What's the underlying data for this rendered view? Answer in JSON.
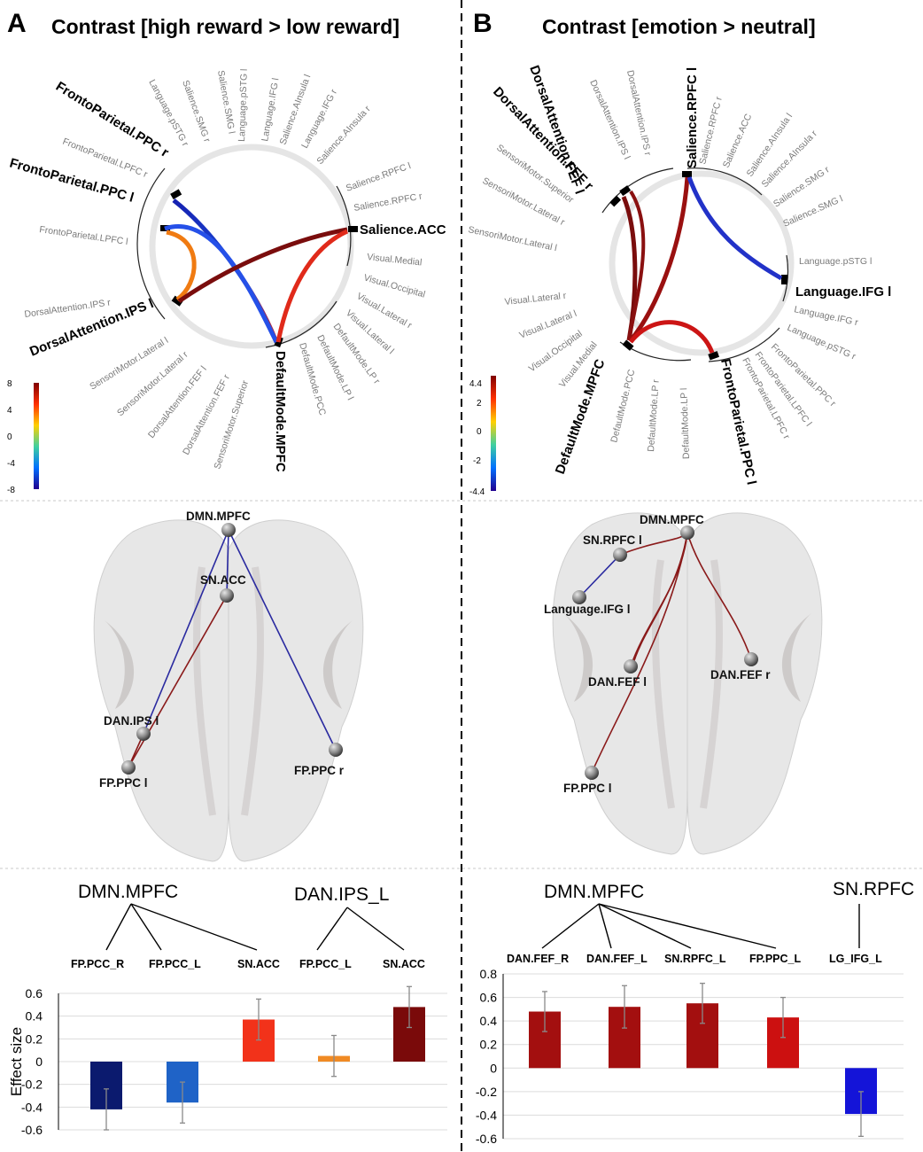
{
  "panelA": {
    "letter": "A",
    "title": "Contrast [high reward > low reward]",
    "chord": {
      "big_labels": [
        "FrontoParietal.PPC r",
        "FrontoParietal.PPC l",
        "DorsalAttention.IPS l",
        "Salience.ACC",
        "DefaultMode.MPFC"
      ],
      "small_labels": [
        "FrontoParietal.LPFC r",
        "FrontoParietal.LPFC l",
        "DorsalAttention.IPS r",
        "SensoriMotor.Lateral l",
        "SensoriMotor.Lateral r",
        "DorsalAttention.FEF l",
        "DorsalAttention.FEF r",
        "SensoriMotor.Superior",
        "Language.pSTG r",
        "Salience.SMG r",
        "Salience.SMG l",
        "Language.pSTG l",
        "Language.IFG l",
        "Salience.AInsula l",
        "Language.IFG r",
        "Salience.AInsula r",
        "Salience.RPFC l",
        "Salience.RPFC r",
        "Visual.Medial",
        "Visual.Occipital",
        "Visual.Lateral r",
        "Visual.Lateral l",
        "DefaultMode.LP r",
        "DefaultMode.LP l",
        "DefaultMode.PCC"
      ],
      "colorbar": {
        "ticks": [
          "8",
          "4",
          "0",
          "-4",
          "-8"
        ],
        "colors": [
          "#7f0000",
          "#ff3000",
          "#ffd000",
          "#3fd0a0",
          "#0070ff",
          "#20008f"
        ]
      }
    },
    "brain": {
      "nodes": [
        "DMN.MPFC",
        "SN.ACC",
        "DAN.IPS l",
        "FP.PPC l",
        "FP.PPC r"
      ]
    },
    "trees": [
      {
        "root": "DMN.MPFC",
        "leaves": [
          "FP.PCC_R",
          "FP.PCC_L",
          "SN.ACC"
        ]
      },
      {
        "root": "DAN.IPS_L",
        "leaves": [
          "FP.PCC_L",
          "SN.ACC"
        ]
      }
    ]
  },
  "panelB": {
    "letter": "B",
    "title": "Contrast [emotion > neutral]",
    "chord": {
      "big_labels": [
        "DorsalAttention.FEF l",
        "DorsalAttention.FEF r",
        "Salience.RPFC l",
        "Language.IFG l",
        "DefaultMode.MPFC",
        "FrontoParietal.PPC l"
      ],
      "small_labels": [
        "DorsalAttention.IPS l",
        "DorsalAttention.IPS r",
        "SensoriMotor.Superior",
        "SensoriMotor.Lateral r",
        "SensoriMotor.Lateral l",
        "Salience.RPFC r",
        "Salience.ACC",
        "Salience.AInsula l",
        "Salience.AInsula r",
        "Salience.SMG r",
        "Salience.SMG l",
        "Language.pSTG l",
        "Language.IFG r",
        "Language.pSTG r",
        "FrontoParietal.PPC r",
        "FrontoParietal.LPFC l",
        "FrontoParietal.LPFC r",
        "Visual.Lateral r",
        "Visual.Lateral l",
        "Visual.Occipital",
        "Visual.Medial",
        "DefaultMode.PCC",
        "DefaultMode.LP r",
        "DefaultMode.LP l"
      ],
      "colorbar": {
        "ticks": [
          "4.4",
          "2",
          "0",
          "-2",
          "-4.4"
        ],
        "colors": [
          "#7f0000",
          "#ff3000",
          "#ffd000",
          "#3fd0a0",
          "#0070ff",
          "#20008f"
        ]
      }
    },
    "brain": {
      "nodes": [
        "DMN.MPFC",
        "SN.RPFC l",
        "Language.IFG l",
        "DAN.FEF l",
        "DAN.FEF r",
        "FP.PPC l"
      ]
    },
    "trees": [
      {
        "root": "DMN.MPFC",
        "leaves": [
          "DAN.FEF_R",
          "DAN.FEF_L",
          "SN.RPFC_L",
          "FP.PPC_L"
        ]
      },
      {
        "root": "SN.RPFC",
        "leaves": [
          "LG_IFG_L"
        ]
      }
    ]
  },
  "chart_data": [
    {
      "type": "bar",
      "categories": [
        "FP.PCC_R",
        "FP.PCC_L",
        "SN.ACC",
        "FP.PCC_L",
        "SN.ACC"
      ],
      "values": [
        -0.42,
        -0.36,
        0.37,
        0.05,
        0.48
      ],
      "errors": [
        0.18,
        0.18,
        0.18,
        0.18,
        0.18
      ],
      "colors": [
        "#0b1a6e",
        "#1f63c7",
        "#f2321a",
        "#f08a24",
        "#7a0a0a"
      ],
      "xlabel": "",
      "ylabel": "Effect size",
      "ylim": [
        -0.6,
        0.6
      ],
      "yticks": [
        "0.6",
        "0.4",
        "0.2",
        "0",
        "-0.2",
        "-0.4",
        "-0.6"
      ],
      "grid": true
    },
    {
      "type": "bar",
      "categories": [
        "DAN.FEF_R",
        "DAN.FEF_L",
        "SN.RPFC_L",
        "FP.PPC_L",
        "LG_IFG_L"
      ],
      "values": [
        0.48,
        0.52,
        0.55,
        0.43,
        -0.39
      ],
      "errors": [
        0.17,
        0.18,
        0.17,
        0.17,
        0.19
      ],
      "colors": [
        "#a30f0f",
        "#a30f0f",
        "#a30f0f",
        "#cc1010",
        "#1414d8"
      ],
      "xlabel": "",
      "ylabel": "",
      "ylim": [
        -0.6,
        0.8
      ],
      "yticks": [
        "0.8",
        "0.6",
        "0.4",
        "0.2",
        "0",
        "-0.2",
        "-0.4",
        "-0.6"
      ],
      "grid": true
    }
  ]
}
